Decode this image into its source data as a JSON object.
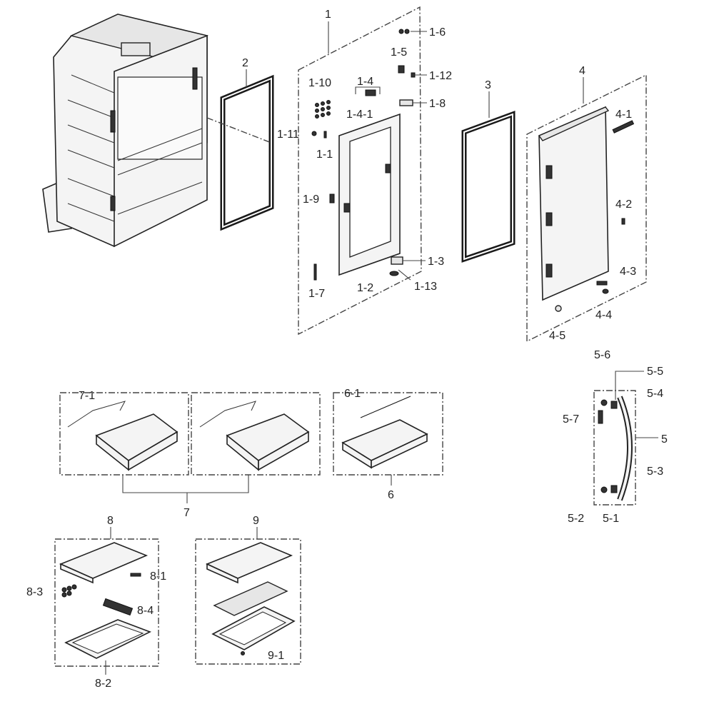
{
  "callouts": {
    "c1": "1",
    "c1_1": "1-1",
    "c1_2": "1-2",
    "c1_3": "1-3",
    "c1_4": "1-4",
    "c1_4_1": "1-4-1",
    "c1_5": "1-5",
    "c1_6": "1-6",
    "c1_7": "1-7",
    "c1_8": "1-8",
    "c1_9": "1-9",
    "c1_10": "1-10",
    "c1_11": "1-11",
    "c1_12": "1-12",
    "c1_13": "1-13",
    "c2": "2",
    "c3": "3",
    "c4": "4",
    "c4_1": "4-1",
    "c4_2": "4-2",
    "c4_3": "4-3",
    "c4_4": "4-4",
    "c4_5": "4-5",
    "c5": "5",
    "c5_1": "5-1",
    "c5_2": "5-2",
    "c5_3": "5-3",
    "c5_4": "5-4",
    "c5_5": "5-5",
    "c5_6": "5-6",
    "c5_7": "5-7",
    "c6": "6",
    "c6_1": "6-1",
    "c7": "7",
    "c7_1": "7-1",
    "c8": "8",
    "c8_1": "8-1",
    "c8_2": "8-2",
    "c8_3": "8-3",
    "c8_4": "8-4",
    "c9": "9",
    "c9_1": "9-1"
  }
}
